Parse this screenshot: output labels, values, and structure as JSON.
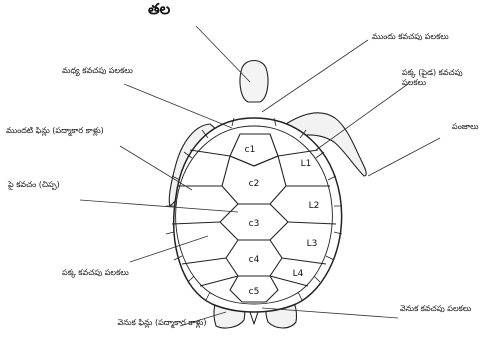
{
  "labels": {
    "head": "తల",
    "front_scutes": "ముందు కవచపు పలకలు",
    "middle_scutes": "మధ్య కవచపు పలకలు",
    "lateral_scutes_right": "పక్క (పైడ) కవచపు పలకలు",
    "front_flippers": "ముందటి ఫిన్లు (పద్మాకార కాళ్లు)",
    "claws": "పంజాలు",
    "carapace": "పై కవచం (చిప్ప)",
    "side_scutes_left": "పక్క కవచపు పలకలు",
    "back_flippers": "వెనుక ఫిన్లు (పద్మాకార కాళ్లు)",
    "rear_scutes": "వెనుక కవచపు పలకలు"
  },
  "scute_labels": {
    "central": [
      "c1",
      "c2",
      "c3",
      "c4",
      "c5"
    ],
    "lateral": [
      "L1",
      "L2",
      "L3",
      "L4"
    ]
  }
}
